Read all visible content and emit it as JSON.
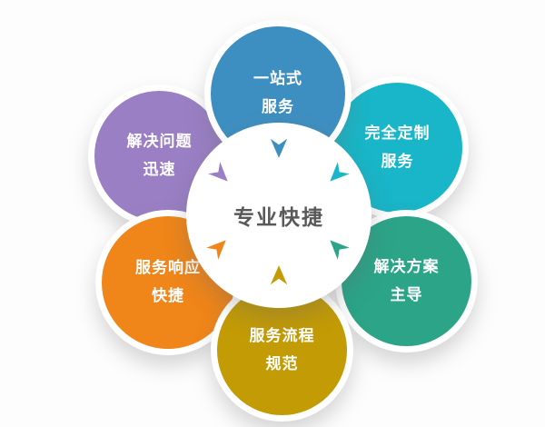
{
  "diagram": {
    "center": {
      "label": "专业快捷",
      "background": "#ffffff",
      "text_color": "#595959"
    },
    "petals": [
      {
        "position": "top",
        "line1": "一站式",
        "line2": "服务",
        "color": "#3e8fc1"
      },
      {
        "position": "top-left",
        "line1": "解决问题",
        "line2": "迅速",
        "color": "#9a7fc4"
      },
      {
        "position": "top-right",
        "line1": "完全定制",
        "line2": "服务",
        "color": "#18b6c8"
      },
      {
        "position": "bottom-left",
        "line1": "服务响应",
        "line2": "快捷",
        "color": "#f08519"
      },
      {
        "position": "bottom-right",
        "line1": "解决方案",
        "line2": "主导",
        "color": "#2ba488"
      },
      {
        "position": "bottom",
        "line1": "服务流程",
        "line2": "规范",
        "color": "#c39b05"
      }
    ]
  }
}
